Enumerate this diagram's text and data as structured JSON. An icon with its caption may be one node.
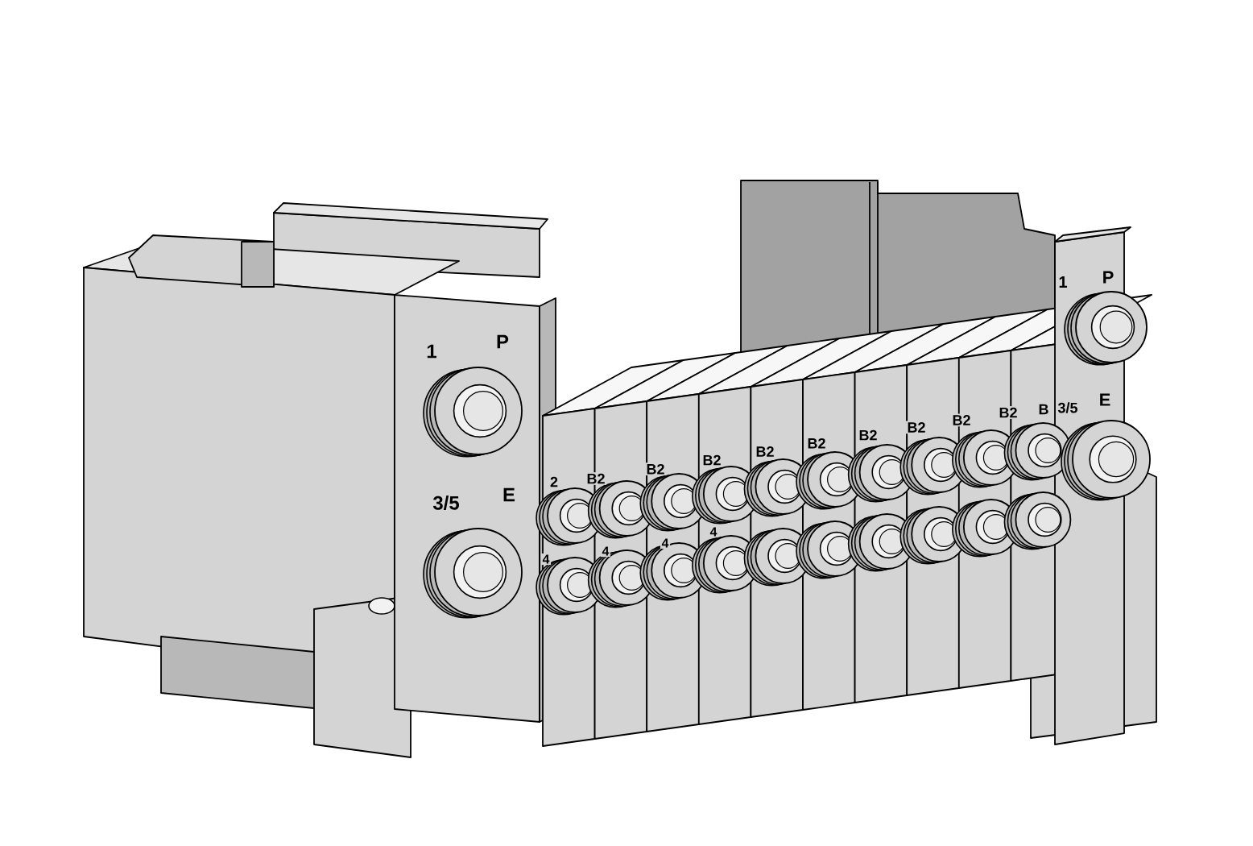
{
  "diagram": {
    "labels": [
      "1",
      "P",
      "3/5",
      "E",
      "2",
      "B2",
      "B2",
      "B2",
      "B2",
      "B2",
      "B2",
      "B2",
      "B2",
      "B2",
      "B",
      "3/5",
      "E",
      "1",
      "P",
      "4",
      "4",
      "4",
      "4"
    ]
  }
}
